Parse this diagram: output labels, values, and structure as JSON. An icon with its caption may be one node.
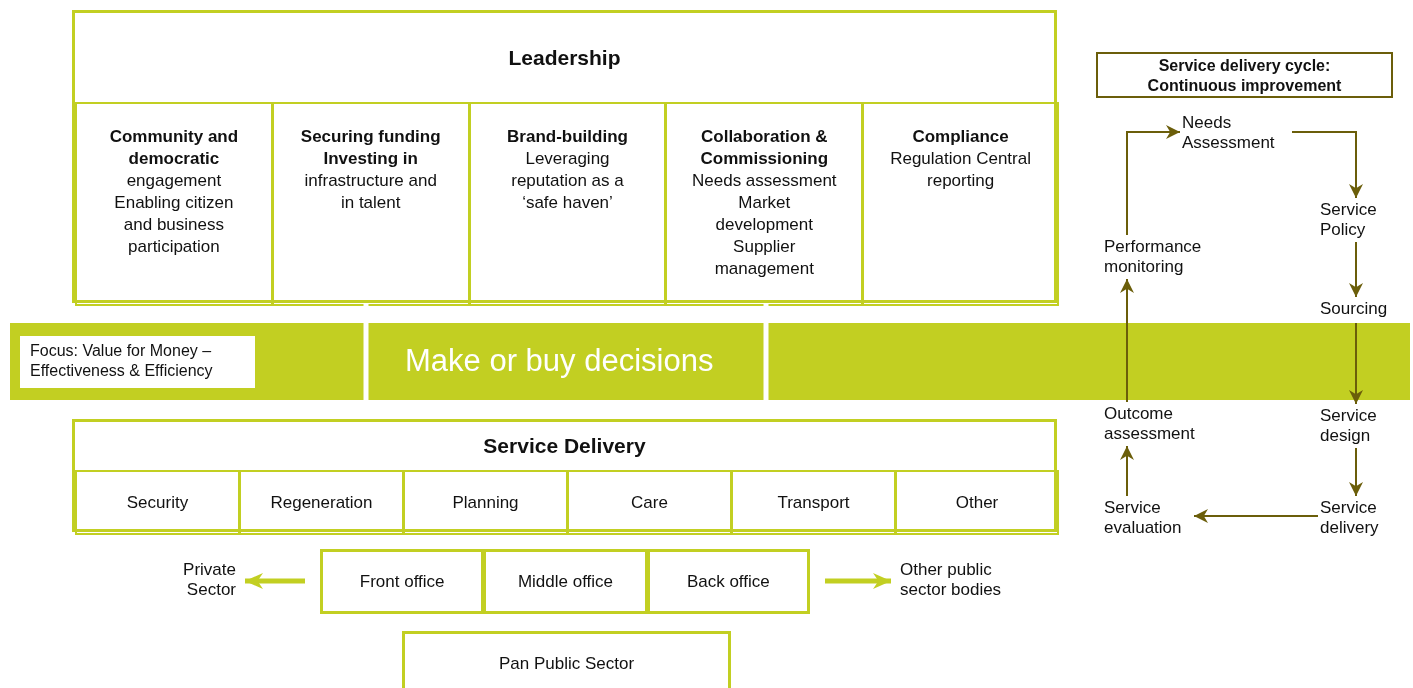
{
  "diagram": {
    "nodes": [
      {
        "text": [
          "Leadership"
        ]
      },
      {
        "text": [
          "Community and democratic",
          "engagement Enabling citizen and business participation"
        ],
        "in": 0
      },
      {
        "text": [
          "Securing funding Investing in",
          "infrastructure and in talent"
        ],
        "in": 0
      },
      {
        "text": [
          "Brand-building",
          "Leveraging reputation as a ‘safe haven’"
        ],
        "in": 0
      },
      {
        "text": [
          "Collaboration & Commissioning",
          "Needs assessment Market development Supplier management"
        ],
        "in": 0
      },
      {
        "text": [
          "Compliance",
          "Regulation Central reporting"
        ],
        "in": 0
      },
      {
        "text": [
          "Make or buy decisions"
        ]
      },
      {
        "text": [
          "Focus: Value for Money – Effectiveness & Efficiency"
        ],
        "in": 6
      },
      {
        "text": [
          "Service Delivery"
        ]
      },
      {
        "text": [
          "Security"
        ],
        "in": 8
      },
      {
        "text": [
          "Regeneration"
        ],
        "in": 8
      },
      {
        "text": [
          "Planning"
        ],
        "in": 8
      },
      {
        "text": [
          "Care"
        ],
        "in": 8
      },
      {
        "text": [
          "Transport"
        ],
        "in": 8
      },
      {
        "text": [
          "Other"
        ],
        "in": 8
      },
      {
        "text": [
          "Front office"
        ]
      },
      {
        "text": [
          "Middle office"
        ]
      },
      {
        "text": [
          "Back office"
        ]
      },
      {
        "text": [
          "Private Sector"
        ]
      },
      {
        "text": [
          "Other public sector bodies"
        ]
      },
      {
        "text": [
          "Pan Public Sector"
        ]
      },
      {
        "text": [
          "Service delivery cycle: Continuous improvement"
        ]
      },
      {
        "text": [
          "Needs Assessment"
        ]
      },
      {
        "text": [
          "Service Policy"
        ]
      },
      {
        "text": [
          "Sourcing"
        ]
      },
      {
        "text": [
          "Service design"
        ]
      },
      {
        "text": [
          "Service delivery"
        ]
      },
      {
        "text": [
          "Service evaluation"
        ]
      },
      {
        "text": [
          "Outcome assessment"
        ]
      },
      {
        "text": [
          "Performance monitoring"
        ]
      }
    ],
    "edges": [
      {
        "from": 0,
        "to": 8,
        "arrow": "both",
        "style": "thick",
        "color": "#ffffff"
      },
      {
        "from": 0,
        "to": 8,
        "arrow": "both",
        "style": "thick",
        "color": "#ffffff"
      },
      {
        "from": 15,
        "to": 18,
        "arrow": "to",
        "style": "thick",
        "color": "#c2cf22"
      },
      {
        "from": 17,
        "to": 19,
        "arrow": "to",
        "style": "thick",
        "color": "#c2cf22"
      },
      {
        "from": 22,
        "to": 23,
        "arrow": "to"
      },
      {
        "from": 23,
        "to": 24,
        "arrow": "to"
      },
      {
        "from": 24,
        "to": 25,
        "arrow": "to"
      },
      {
        "from": 25,
        "to": 26,
        "arrow": "to"
      },
      {
        "from": 26,
        "to": 27,
        "arrow": "to"
      },
      {
        "from": 27,
        "to": 28,
        "arrow": "to"
      },
      {
        "from": 28,
        "to": 29,
        "arrow": "to"
      },
      {
        "from": 29,
        "to": 22,
        "arrow": "to"
      }
    ]
  }
}
